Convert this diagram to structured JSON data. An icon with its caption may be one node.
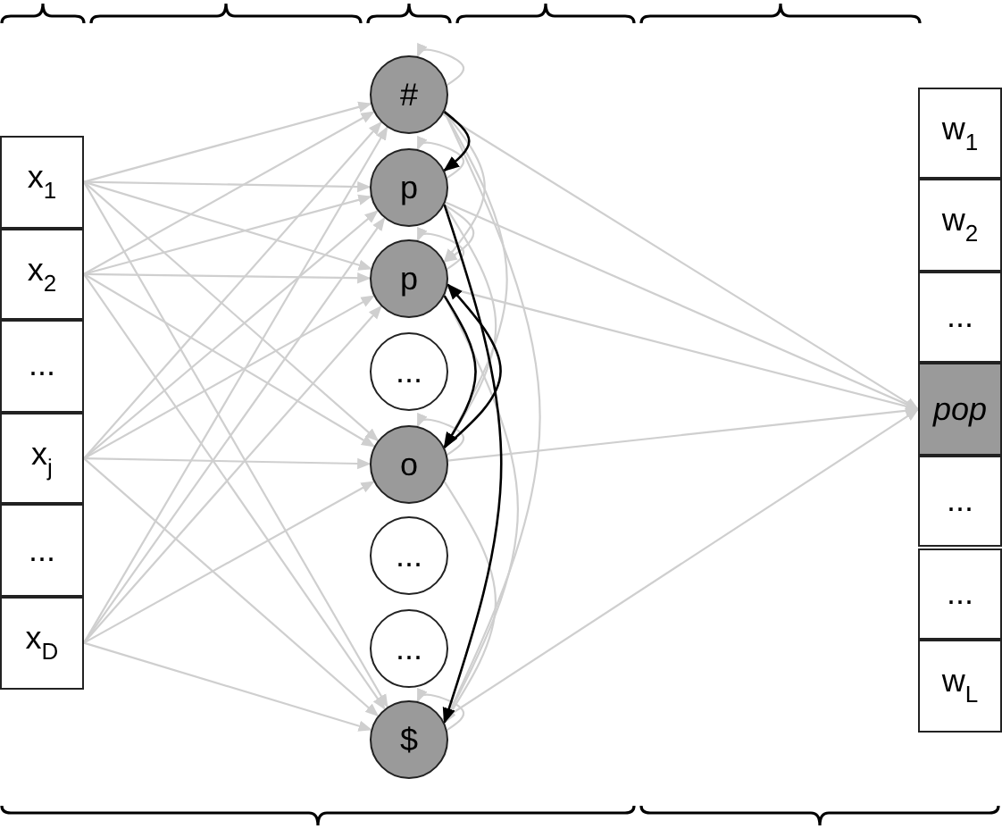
{
  "diagram": {
    "nodes": [
      {
        "text": [
          "x$_{1}$"
        ]
      },
      {
        "text": [
          "x$_{2}$"
        ]
      },
      {
        "text": [
          "..."
        ]
      },
      {
        "text": [
          "x$_{j}$"
        ]
      },
      {
        "text": [
          "..."
        ]
      },
      {
        "text": [
          "x$_{D}$"
        ]
      },
      {
        "text": [
          "#"
        ]
      },
      {
        "text": [
          "p"
        ]
      },
      {
        "text": [
          "p"
        ]
      },
      {
        "text": [
          "..."
        ]
      },
      {
        "text": [
          "o"
        ]
      },
      {
        "text": [
          "..."
        ]
      },
      {
        "text": [
          "..."
        ]
      },
      {
        "text": [
          "$"
        ]
      },
      {
        "text": [
          "w$_{1}$"
        ]
      },
      {
        "text": [
          "w$_{2}$"
        ]
      },
      {
        "text": [
          "..."
        ]
      },
      {
        "text": [
          "pop"
        ]
      },
      {
        "text": [
          "..."
        ]
      },
      {
        "text": [
          "..."
        ]
      },
      {
        "text": [
          "w$_{L}$"
        ]
      }
    ],
    "edges": [
      {
        "from": 0,
        "to": 6,
        "arrow": "to"
      },
      {
        "from": 0,
        "to": 7,
        "arrow": "to"
      },
      {
        "from": 0,
        "to": 8,
        "arrow": "to"
      },
      {
        "from": 0,
        "to": 10,
        "arrow": "to"
      },
      {
        "from": 0,
        "to": 13,
        "arrow": "to"
      },
      {
        "from": 1,
        "to": 6,
        "arrow": "to"
      },
      {
        "from": 1,
        "to": 7,
        "arrow": "to"
      },
      {
        "from": 1,
        "to": 8,
        "arrow": "to"
      },
      {
        "from": 1,
        "to": 10,
        "arrow": "to"
      },
      {
        "from": 1,
        "to": 13,
        "arrow": "to"
      },
      {
        "from": 3,
        "to": 6,
        "arrow": "to"
      },
      {
        "from": 3,
        "to": 7,
        "arrow": "to"
      },
      {
        "from": 3,
        "to": 8,
        "arrow": "to"
      },
      {
        "from": 3,
        "to": 10,
        "arrow": "to"
      },
      {
        "from": 3,
        "to": 13,
        "arrow": "to"
      },
      {
        "from": 5,
        "to": 6,
        "arrow": "to"
      },
      {
        "from": 5,
        "to": 7,
        "arrow": "to"
      },
      {
        "from": 5,
        "to": 8,
        "arrow": "to"
      },
      {
        "from": 5,
        "to": 10,
        "arrow": "to"
      },
      {
        "from": 5,
        "to": 13,
        "arrow": "to"
      },
      {
        "from": 6,
        "to": 17,
        "arrow": "to"
      },
      {
        "from": 7,
        "to": 17,
        "arrow": "to"
      },
      {
        "from": 8,
        "to": 17,
        "arrow": "to"
      },
      {
        "from": 10,
        "to": 17,
        "arrow": "to"
      },
      {
        "from": 13,
        "to": 17,
        "arrow": "to"
      },
      {
        "from": 6,
        "to": 6,
        "arrow": "to"
      },
      {
        "from": 7,
        "to": 7,
        "arrow": "to"
      },
      {
        "from": 8,
        "to": 8,
        "arrow": "to"
      },
      {
        "from": 10,
        "to": 10,
        "arrow": "to"
      },
      {
        "from": 13,
        "to": 13,
        "arrow": "to"
      },
      {
        "from": 6,
        "to": 8,
        "arrow": "to"
      },
      {
        "from": 6,
        "to": 10,
        "arrow": "to"
      },
      {
        "from": 6,
        "to": 13,
        "arrow": "to"
      },
      {
        "from": 7,
        "to": 8,
        "arrow": "to"
      },
      {
        "from": 7,
        "to": 10,
        "arrow": "to"
      },
      {
        "from": 8,
        "to": 13,
        "arrow": "to"
      },
      {
        "from": 10,
        "to": 13,
        "arrow": "to"
      },
      {
        "from": 6,
        "to": 7,
        "arrow": "to",
        "color": "#000000"
      },
      {
        "from": 7,
        "to": 13,
        "arrow": "to",
        "color": "#000000"
      },
      {
        "from": 8,
        "to": 10,
        "arrow": "to",
        "color": "#000000"
      },
      {
        "from": 10,
        "to": 8,
        "arrow": "to",
        "color": "#000000"
      }
    ]
  }
}
